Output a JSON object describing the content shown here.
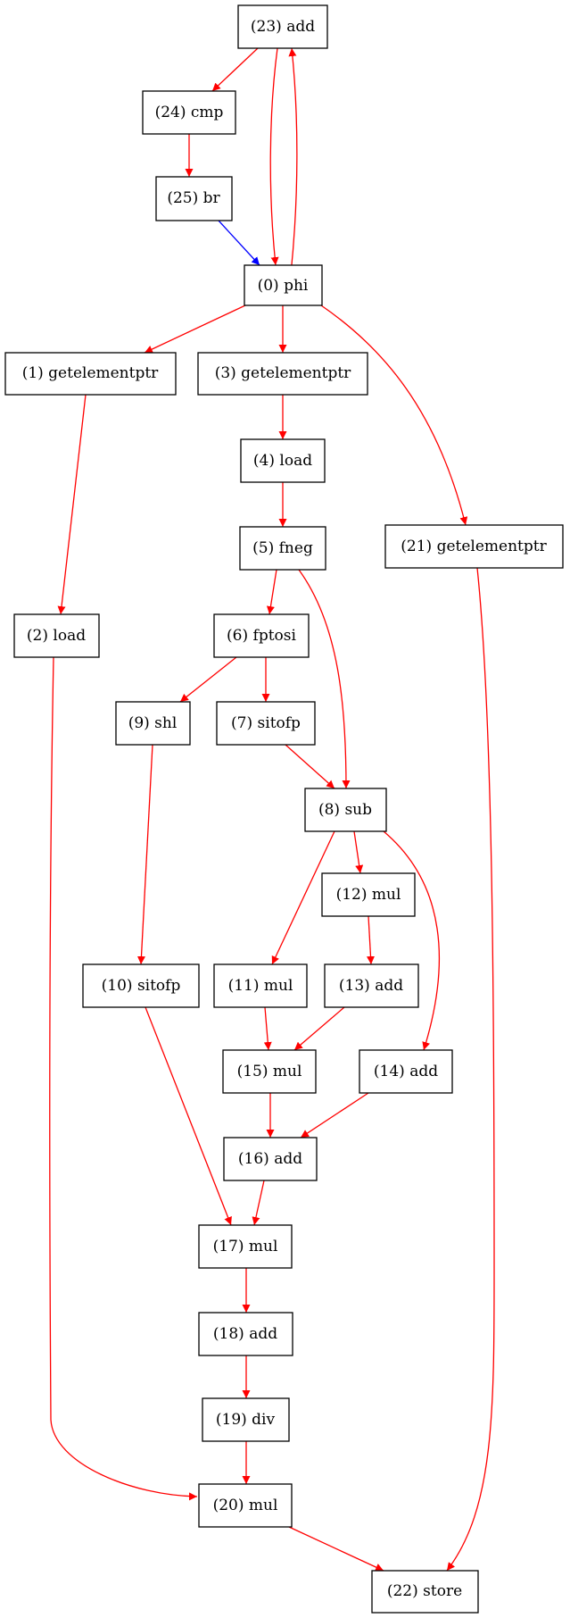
{
  "colors": {
    "edge_red": "#ff0000",
    "edge_blue": "#0000ff",
    "node_border": "#000000",
    "background": "#ffffff"
  },
  "nodes": {
    "n23": "(23) add",
    "n24": "(24) cmp",
    "n25": "(25) br",
    "n0": "(0) phi",
    "n1": "(1) getelementptr",
    "n3": "(3) getelementptr",
    "n4": "(4) load",
    "n5": "(5) fneg",
    "n21": "(21) getelementptr",
    "n2": "(2) load",
    "n6": "(6) fptosi",
    "n9": "(9) shl",
    "n7": "(7) sitofp",
    "n8": "(8) sub",
    "n12": "(12) mul",
    "n10": "(10) sitofp",
    "n11": "(11) mul",
    "n13": "(13) add",
    "n15": "(15) mul",
    "n14": "(14) add",
    "n16": "(16) add",
    "n17": "(17) mul",
    "n18": "(18) add",
    "n19": "(19) div",
    "n20": "(20) mul",
    "n22": "(22) store"
  },
  "edges": [
    {
      "from": "n23",
      "to": "n24",
      "color": "red"
    },
    {
      "from": "n23",
      "to": "n0",
      "color": "red"
    },
    {
      "from": "n0",
      "to": "n23",
      "color": "red"
    },
    {
      "from": "n24",
      "to": "n25",
      "color": "red"
    },
    {
      "from": "n25",
      "to": "n0",
      "color": "blue"
    },
    {
      "from": "n0",
      "to": "n1",
      "color": "red"
    },
    {
      "from": "n0",
      "to": "n3",
      "color": "red"
    },
    {
      "from": "n0",
      "to": "n21",
      "color": "red"
    },
    {
      "from": "n1",
      "to": "n2",
      "color": "red"
    },
    {
      "from": "n3",
      "to": "n4",
      "color": "red"
    },
    {
      "from": "n4",
      "to": "n5",
      "color": "red"
    },
    {
      "from": "n5",
      "to": "n6",
      "color": "red"
    },
    {
      "from": "n5",
      "to": "n8",
      "color": "red"
    },
    {
      "from": "n6",
      "to": "n9",
      "color": "red"
    },
    {
      "from": "n6",
      "to": "n7",
      "color": "red"
    },
    {
      "from": "n7",
      "to": "n8",
      "color": "red"
    },
    {
      "from": "n9",
      "to": "n10",
      "color": "red"
    },
    {
      "from": "n8",
      "to": "n12",
      "color": "red"
    },
    {
      "from": "n8",
      "to": "n11",
      "color": "red"
    },
    {
      "from": "n8",
      "to": "n14",
      "color": "red"
    },
    {
      "from": "n12",
      "to": "n13",
      "color": "red"
    },
    {
      "from": "n11",
      "to": "n15",
      "color": "red"
    },
    {
      "from": "n13",
      "to": "n15",
      "color": "red"
    },
    {
      "from": "n15",
      "to": "n16",
      "color": "red"
    },
    {
      "from": "n14",
      "to": "n16",
      "color": "red"
    },
    {
      "from": "n16",
      "to": "n17",
      "color": "red"
    },
    {
      "from": "n10",
      "to": "n17",
      "color": "red"
    },
    {
      "from": "n17",
      "to": "n18",
      "color": "red"
    },
    {
      "from": "n18",
      "to": "n19",
      "color": "red"
    },
    {
      "from": "n19",
      "to": "n20",
      "color": "red"
    },
    {
      "from": "n2",
      "to": "n20",
      "color": "red"
    },
    {
      "from": "n20",
      "to": "n22",
      "color": "red"
    },
    {
      "from": "n21",
      "to": "n22",
      "color": "red"
    }
  ]
}
